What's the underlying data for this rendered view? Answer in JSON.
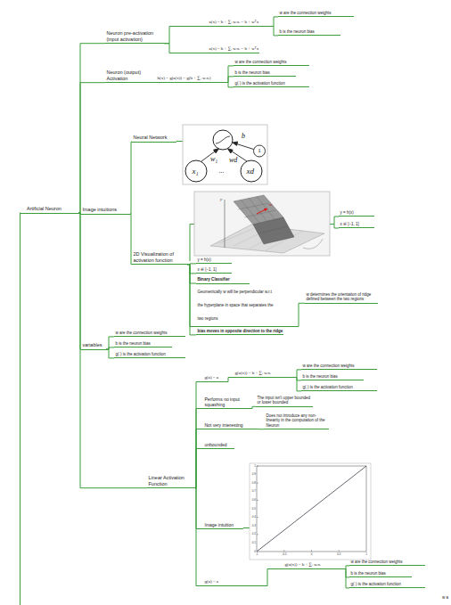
{
  "diagram": {
    "nodes": [
      {
        "text": [
          "Artificial Neuron"
        ]
      },
      {
        "text": [
          "Neuron pre-activation (input activation)"
        ]
      },
      {
        "text": [
          "a(x) = b + ∑ᵢ wᵢxᵢ = b + wᵀx"
        ]
      },
      {
        "text": [
          "w are the connection weights"
        ]
      },
      {
        "text": [
          "b is the neuron bias"
        ]
      },
      {
        "text": [
          "a(x) = b + ∑ᵢ wᵢxᵢ = b + wᵀx"
        ]
      },
      {
        "text": [
          "Neuron (output) Activation"
        ]
      },
      {
        "text": [
          "h(x) = g(a(x)) = g(b + ∑ᵢ wᵢxᵢ)"
        ]
      },
      {
        "text": [
          "w are the connection weights"
        ]
      },
      {
        "text": [
          "b is the neuron bias"
        ]
      },
      {
        "text": [
          "g(·) is the activation function"
        ]
      },
      {
        "text": [
          "Image intuitions"
        ]
      },
      {
        "text": [
          "Neural Network"
        ]
      },
      {
        "text": [
          "2D Visualization of activation function"
        ]
      },
      {
        "text": [
          "y = h(x)"
        ]
      },
      {
        "text": [
          "x ∈ [−1, 1]"
        ]
      },
      {
        "text": [
          "y = h(x)"
        ]
      },
      {
        "text": [
          "x ∈ [−1, 1]"
        ]
      },
      {
        "text": [
          "Binary Classifier"
        ]
      },
      {
        "text": [
          "Geometrically w will be perpendicular w.r.t the hyperplane in space that separates the two regions"
        ]
      },
      {
        "text": [
          "w determines the orientation of ridge defined between the two regions"
        ]
      },
      {
        "text": [
          "bias moves in opposite direction to the ridge"
        ]
      },
      {
        "text": [
          "variables"
        ]
      },
      {
        "text": [
          "w are the connection weights"
        ]
      },
      {
        "text": [
          "b is the neuron bias"
        ]
      },
      {
        "text": [
          "g(·) is the activation function"
        ]
      },
      {
        "text": [
          "Linear Activation Function"
        ]
      },
      {
        "text": [
          "g(a) = a"
        ]
      },
      {
        "text": [
          "g(a(x)) = b + ∑ᵢ wᵢxᵢ"
        ]
      },
      {
        "text": [
          "w are the connection weights"
        ]
      },
      {
        "text": [
          "b is the neuron bias"
        ]
      },
      {
        "text": [
          "g(·) is the activation function"
        ]
      },
      {
        "text": [
          "Performs no input squashing"
        ]
      },
      {
        "text": [
          "The input isn't upper bounded or lower bounded"
        ]
      },
      {
        "text": [
          "Not very interesting"
        ]
      },
      {
        "text": [
          "Does not introduce any non-linearity in the computation of the Neuron"
        ]
      },
      {
        "text": [
          "unbounded"
        ]
      },
      {
        "text": [
          "Image intuition"
        ]
      },
      {
        "text": [
          "g(a) = a"
        ]
      },
      {
        "text": [
          "g(a(x)) = b + ∑ᵢ wᵢxᵢ"
        ]
      },
      {
        "text": [
          "w are the connection weights"
        ]
      },
      {
        "text": [
          "b is the neuron bias"
        ]
      },
      {
        "text": [
          "g(·) is the activation function"
        ]
      }
    ],
    "edges": [
      {
        "from": 0,
        "to": 1,
        "arrow": "none"
      },
      {
        "from": 0,
        "to": 6,
        "arrow": "none"
      },
      {
        "from": 0,
        "to": 11,
        "arrow": "none"
      },
      {
        "from": 0,
        "to": 22,
        "arrow": "none"
      },
      {
        "from": 0,
        "to": 26,
        "arrow": "none"
      },
      {
        "from": 1,
        "to": 2,
        "arrow": "none"
      },
      {
        "from": 1,
        "to": 5,
        "arrow": "none"
      },
      {
        "from": 2,
        "to": 3,
        "arrow": "none"
      },
      {
        "from": 2,
        "to": 4,
        "arrow": "none"
      },
      {
        "from": 6,
        "to": 7,
        "arrow": "none"
      },
      {
        "from": 7,
        "to": 8,
        "arrow": "none"
      },
      {
        "from": 7,
        "to": 9,
        "arrow": "none"
      },
      {
        "from": 7,
        "to": 10,
        "arrow": "none"
      },
      {
        "from": 11,
        "to": 12,
        "arrow": "none"
      },
      {
        "from": 11,
        "to": 13,
        "arrow": "none"
      },
      {
        "from": 13,
        "to": 16,
        "arrow": "none"
      },
      {
        "from": 13,
        "to": 17,
        "arrow": "none"
      },
      {
        "from": 13,
        "to": 18,
        "arrow": "none"
      },
      {
        "from": 13,
        "to": 19,
        "arrow": "none"
      },
      {
        "from": 13,
        "to": 21,
        "arrow": "none"
      },
      {
        "from": 19,
        "to": 20,
        "arrow": "none"
      },
      {
        "from": 22,
        "to": 23,
        "arrow": "none"
      },
      {
        "from": 22,
        "to": 24,
        "arrow": "none"
      },
      {
        "from": 22,
        "to": 25,
        "arrow": "none"
      },
      {
        "from": 26,
        "to": 27,
        "arrow": "none"
      },
      {
        "from": 26,
        "to": 32,
        "arrow": "none"
      },
      {
        "from": 26,
        "to": 34,
        "arrow": "none"
      },
      {
        "from": 26,
        "to": 36,
        "arrow": "none"
      },
      {
        "from": 26,
        "to": 37,
        "arrow": "none"
      },
      {
        "from": 26,
        "to": 38,
        "arrow": "none"
      },
      {
        "from": 27,
        "to": 28,
        "arrow": "none"
      },
      {
        "from": 28,
        "to": 29,
        "arrow": "none"
      },
      {
        "from": 28,
        "to": 30,
        "arrow": "none"
      },
      {
        "from": 28,
        "to": 31,
        "arrow": "none"
      },
      {
        "from": 32,
        "to": 33,
        "arrow": "none"
      },
      {
        "from": 34,
        "to": 35,
        "arrow": "none"
      },
      {
        "from": 38,
        "to": 39,
        "arrow": "none"
      },
      {
        "from": 39,
        "to": 40,
        "arrow": "none"
      },
      {
        "from": 39,
        "to": 41,
        "arrow": "none"
      },
      {
        "from": 39,
        "to": 42,
        "arrow": "none"
      }
    ],
    "labels": [
      "w₁",
      "wd",
      "b",
      "1",
      "x₁",
      "...",
      "xd",
      "y",
      "w",
      "1",
      "0.9",
      "0.8",
      "0.7",
      "0.6",
      "0.5",
      "0.4",
      "0.3",
      "0.2",
      "0.1",
      "0",
      "-1",
      "-0.5",
      "0",
      "0.5",
      "1",
      "w a"
    ]
  }
}
